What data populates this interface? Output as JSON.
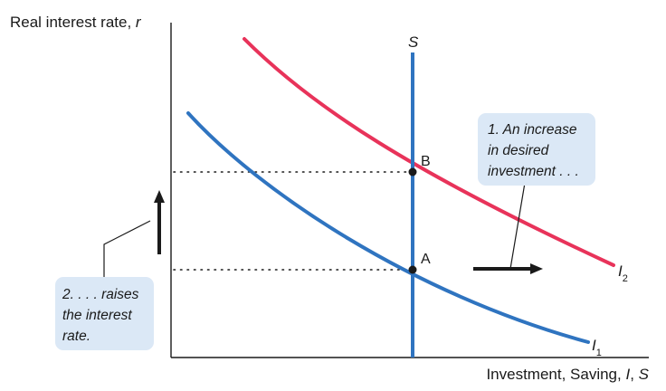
{
  "axes": {
    "y_label_main": "Real interest rate, ",
    "y_label_var": "r",
    "x_label_main": "Investment, Saving, ",
    "x_label_var1": "I",
    "x_label_sep": ", ",
    "x_label_var2": "S"
  },
  "curves": {
    "saving": {
      "label": "S",
      "color": "#2f74c0"
    },
    "investment_initial": {
      "label": "I",
      "subscript": "1",
      "color": "#2f74c0"
    },
    "investment_new": {
      "label": "I",
      "subscript": "2",
      "color": "#e8335a"
    }
  },
  "points": {
    "a": {
      "label": "A"
    },
    "b": {
      "label": "B"
    }
  },
  "callouts": {
    "increase": {
      "lines": [
        "1. An increase",
        "in desired",
        "investment . . ."
      ],
      "background": "#dbe8f6"
    },
    "raises": {
      "lines": [
        "2. . . . raises",
        "the interest",
        "rate."
      ],
      "background": "#dbe8f6"
    }
  }
}
